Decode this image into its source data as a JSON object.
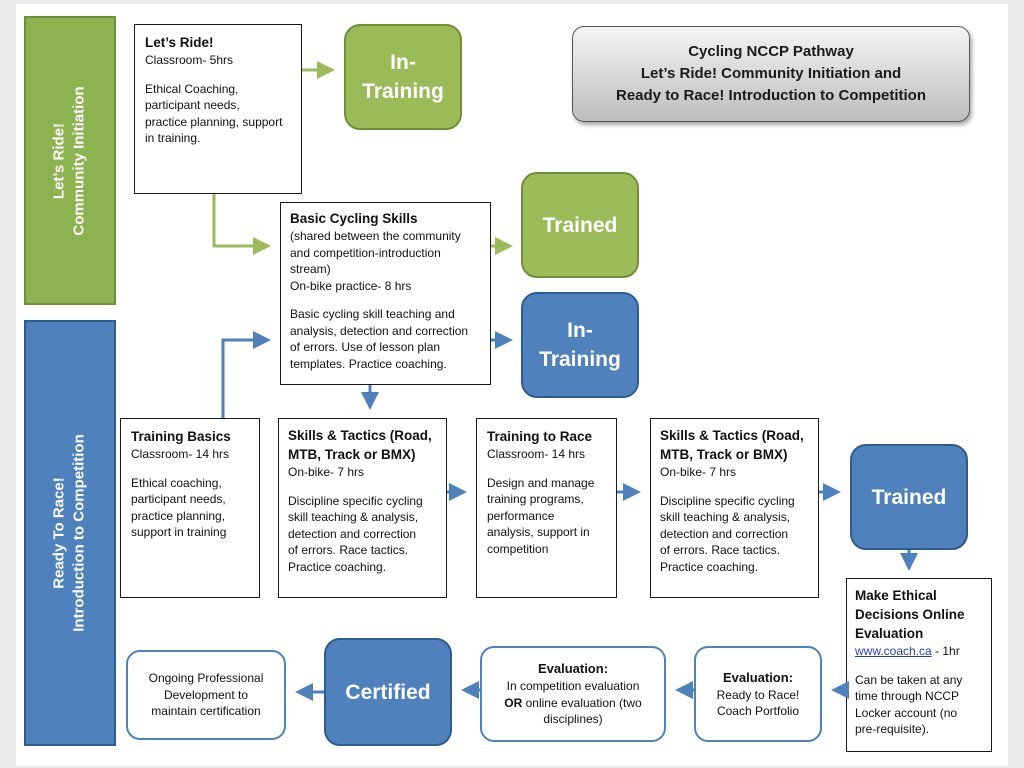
{
  "title": {
    "line1": "Cycling NCCP Pathway",
    "line2": "Let’s Ride! Community Initiation and",
    "line3": "Ready to Race! Introduction to Competition"
  },
  "bands": {
    "lets_ride": {
      "line1": "Let’s Ride!",
      "line2": "Community Initiation",
      "color": "#8db351"
    },
    "ready_to_race": {
      "line1": "Ready To Race!",
      "line2": "Introduction to Competition",
      "color": "#4f81bd"
    }
  },
  "lets_ride_box": {
    "title": "Let’s Ride!",
    "hours": "Classroom- 5hrs",
    "l1": "Ethical Coaching,",
    "l2": "participant needs,",
    "l3": "practice planning, support",
    "l4": "in training."
  },
  "basic_box": {
    "title": "Basic Cycling Skills",
    "l1": "(shared between the community",
    "l2": "and competition-introduction",
    "l3": "stream)",
    "l4": "On-bike practice- 8 hrs",
    "l5": "Basic cycling skill teaching and",
    "l6": "analysis, detection and correction",
    "l7": "of errors.  Use of lesson plan",
    "l8": "templates.  Practice coaching."
  },
  "training_basics": {
    "title": "Training Basics",
    "hours": "Classroom- 14 hrs",
    "l1": "Ethical coaching,",
    "l2": "participant needs,",
    "l3": "practice planning,",
    "l4": "support in training"
  },
  "skills1": {
    "t1": "Skills & Tactics (Road,",
    "t2": "MTB, Track or BMX)",
    "hours": "On-bike- 7 hrs",
    "l1": "Discipline specific cycling",
    "l2": "skill teaching & analysis,",
    "l3": "detection and correction",
    "l4": "of errors.  Race tactics.",
    "l5": "Practice coaching."
  },
  "training_race": {
    "title": "Training to Race",
    "hours": "Classroom- 14 hrs",
    "l1": "Design and manage",
    "l2": "training programs,",
    "l3": "performance",
    "l4": "analysis, support in",
    "l5": "competition"
  },
  "skills2": {
    "t1": "Skills & Tactics (Road,",
    "t2": "MTB, Track or BMX)",
    "hours": "On-bike- 7 hrs",
    "l1": "Discipline specific cycling",
    "l2": "skill teaching & analysis,",
    "l3": "detection and correction",
    "l4": "of errors.  Race tactics.",
    "l5": "Practice coaching."
  },
  "ethical": {
    "t1": "Make Ethical",
    "t2": "Decisions Online",
    "t3": "Evaluation",
    "link": "www.coach.ca",
    "dur": " - 1hr",
    "l1": "Can be taken at any",
    "l2": "time through NCCP",
    "l3": "Locker account (no",
    "l4": "pre-requisite)."
  },
  "stages": {
    "in_training_green": {
      "l1": "In-",
      "l2": "Training"
    },
    "trained_green": {
      "l1": "Trained"
    },
    "in_training_blue": {
      "l1": "In-",
      "l2": "Training"
    },
    "trained_blue": {
      "l1": "Trained"
    },
    "certified": {
      "l1": "Certified"
    }
  },
  "eval_portfolio": {
    "title": "Evaluation:",
    "l1": "Ready to Race!",
    "l2": "Coach Portfolio"
  },
  "eval_comp": {
    "title": "Evaluation:",
    "l1": "In competition evaluation",
    "or": "OR",
    "l2": " online evaluation (two",
    "l3": "disciplines)"
  },
  "ongoing": {
    "l1": "Ongoing Professional",
    "l2": "Development to",
    "l3": "maintain certification"
  },
  "colors": {
    "green_arrow": "#9bbb59",
    "blue_arrow": "#4f81bd"
  }
}
